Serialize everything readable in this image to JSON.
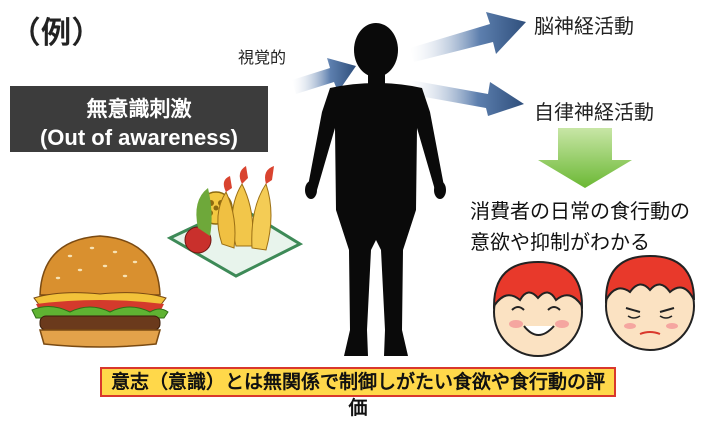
{
  "example_label": "（例）",
  "visual_label": "視覚的",
  "stimulus": {
    "line1": "無意識刺激",
    "line2": "(Out of awareness)"
  },
  "outputs": {
    "brain": "脳神経活動",
    "autonomic": "自律神経活動"
  },
  "result": {
    "line1": "消費者の日常の食行動の",
    "line2": "意欲や抑制がわかる"
  },
  "bottom_banner": "意志（意識）とは無関係で制御しがたい食欲や食行動の評価",
  "colors": {
    "stimulus_box": "#3c3c3c",
    "arrow_blue": "#3a5f8f",
    "arrow_green": "#7ac143",
    "banner_fill": "#ffd84a",
    "banner_border": "#d9382c",
    "face_hair": "#e8392b",
    "silhouette": "#0a0a0a"
  },
  "icons": [
    "hamburger-illustration",
    "tempura-illustration",
    "human-silhouette",
    "happy-face-illustration",
    "sad-face-illustration"
  ]
}
